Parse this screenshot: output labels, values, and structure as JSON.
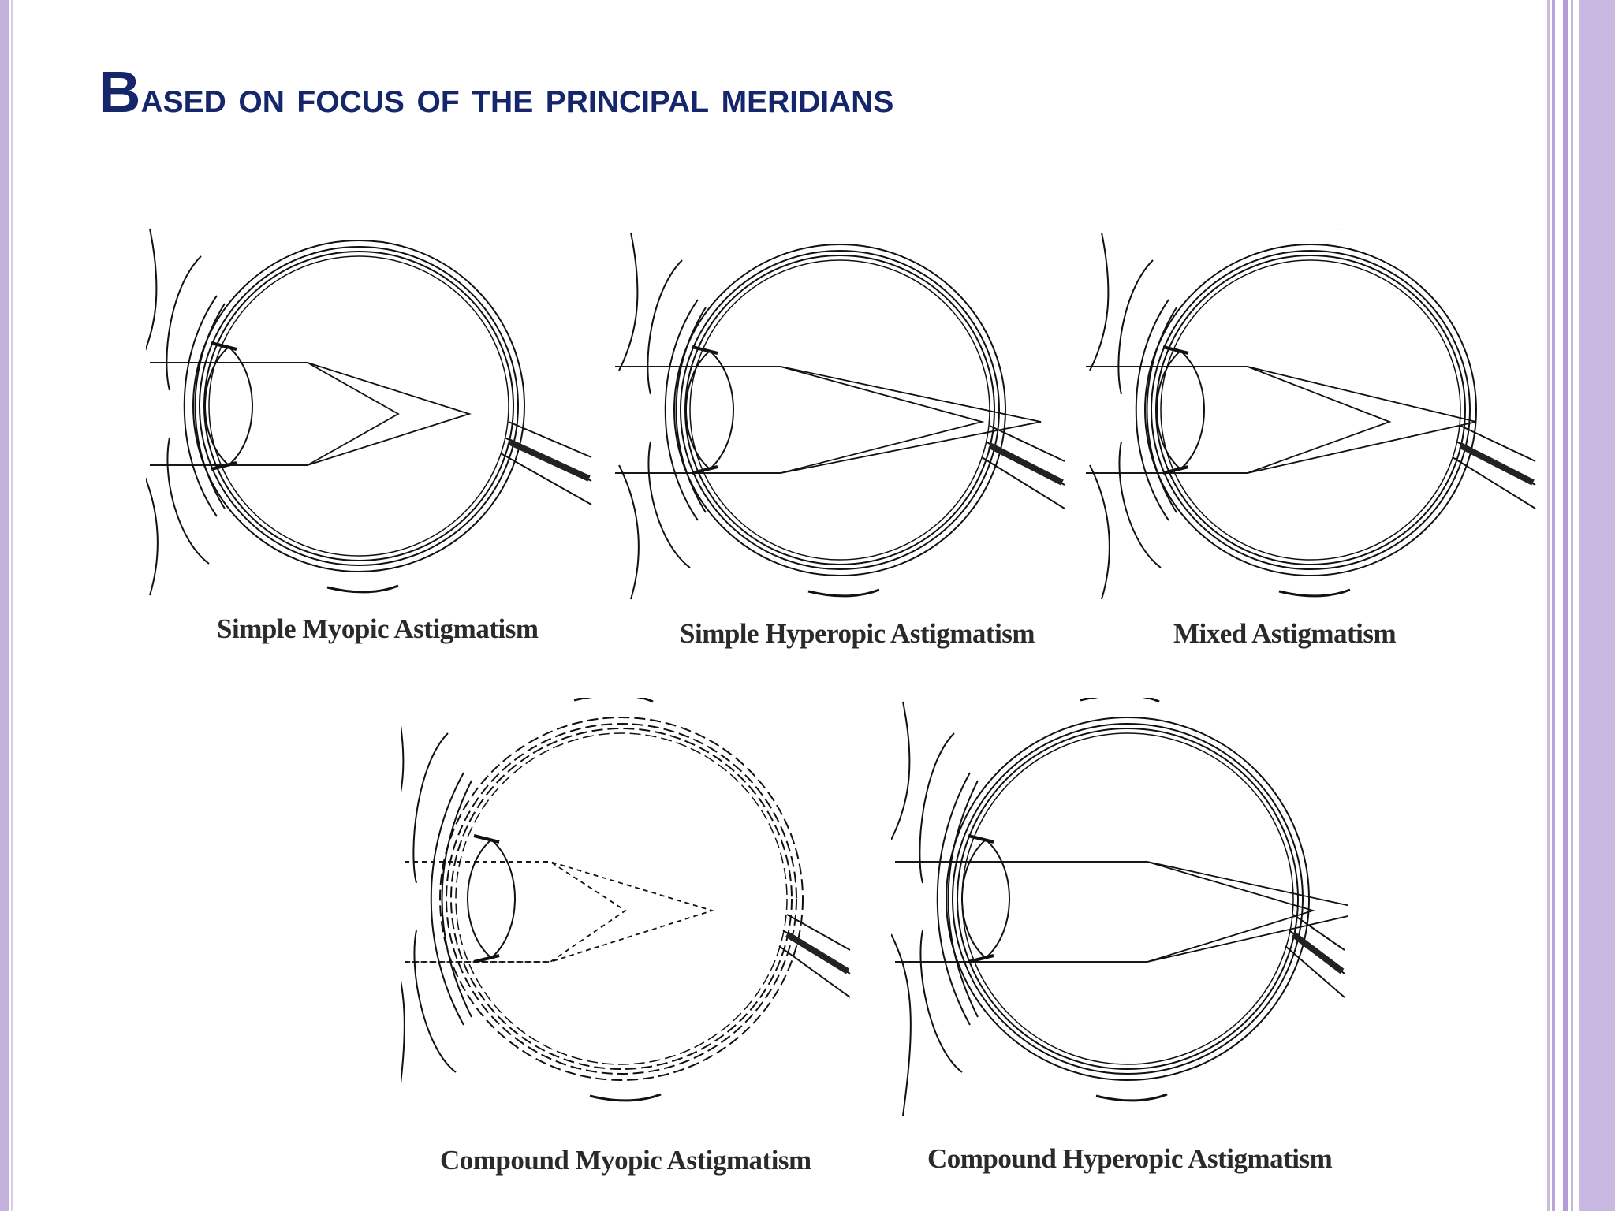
{
  "slide": {
    "title_first_letter": "B",
    "title_rest": "ased on focus of the principal meridians",
    "accent_color": "#c4b2dd",
    "title_color": "#16266b"
  },
  "diagrams": [
    {
      "id": "simple-myopic",
      "caption": "Simple Myopic Astigmatism"
    },
    {
      "id": "simple-hyperopic",
      "caption": "Simple Hyperopic Astigmatism"
    },
    {
      "id": "mixed",
      "caption": "Mixed Astigmatism"
    },
    {
      "id": "compound-myopic",
      "caption": "Compound Myopic Astigmatism"
    },
    {
      "id": "compound-hyperopic",
      "caption": "Compound Hyperopic Astigmatism"
    }
  ]
}
